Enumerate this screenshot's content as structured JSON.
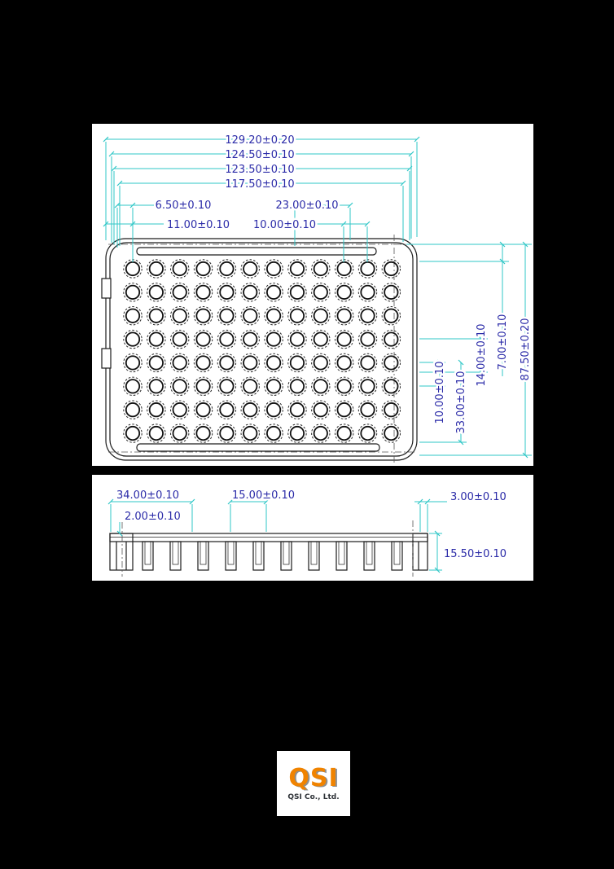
{
  "top_view": {
    "dims": {
      "overall_width": "129.20±0.20",
      "width_124_50": "124.50±0.10",
      "width_123_50": "123.50±0.10",
      "width_117_50": "117.50±0.10",
      "offset_6_50": "6.50±0.10",
      "width_23_00": "23.00±0.10",
      "offset_11_00": "11.00±0.10",
      "pitch_10_00": "10.00±0.10",
      "overall_height": "87.50±0.20",
      "offset_7_00": "7.00±0.10",
      "offset_14_00": "14.00±0.10",
      "pitch_v_10_00": "10.00±0.10",
      "offset_33_00": "33.00±0.10"
    },
    "wells": {
      "rows": 8,
      "cols": 12
    }
  },
  "side_view": {
    "dims": {
      "pitch_34_00": "34.00±0.10",
      "width_15_00": "15.00±0.10",
      "width_3_00": "3.00±0.10",
      "thickness_2_00": "2.00±0.10",
      "height_15_50": "15.50±0.10"
    }
  },
  "logo": {
    "brand": "QSI",
    "caption": "QSI Co., Ltd."
  },
  "colors": {
    "dimension_line": "#2fc7c7",
    "dimension_text": "#2b2ba8",
    "drawing_line": "#1c1c1c",
    "brand_orange": "#f08300",
    "page_background": "#000000",
    "panel_background": "#ffffff"
  }
}
